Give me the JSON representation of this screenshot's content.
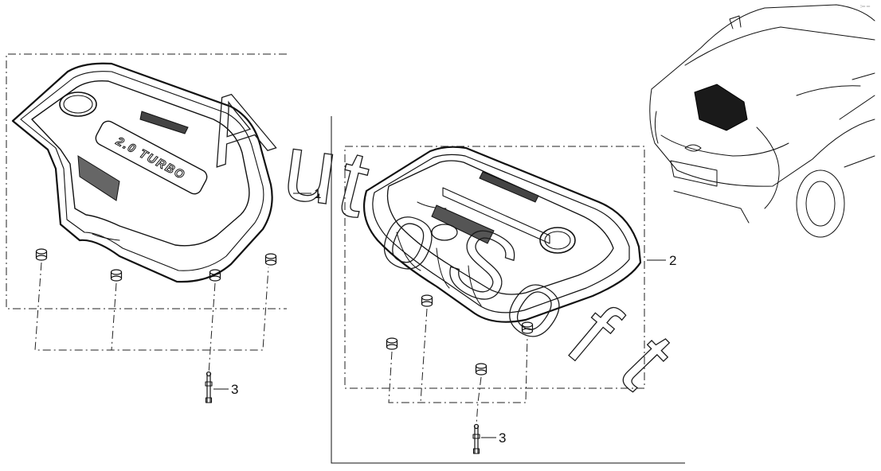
{
  "watermark": {
    "letters": [
      "A",
      "u",
      "t",
      "o",
      "S",
      "o",
      "f",
      "t"
    ]
  },
  "callouts": {
    "part1": "1",
    "part2": "2",
    "part3_left": "3",
    "part3_right": "3"
  },
  "emblem_text": "2.0 TURBO",
  "corner_mark": "⁝═ ═"
}
